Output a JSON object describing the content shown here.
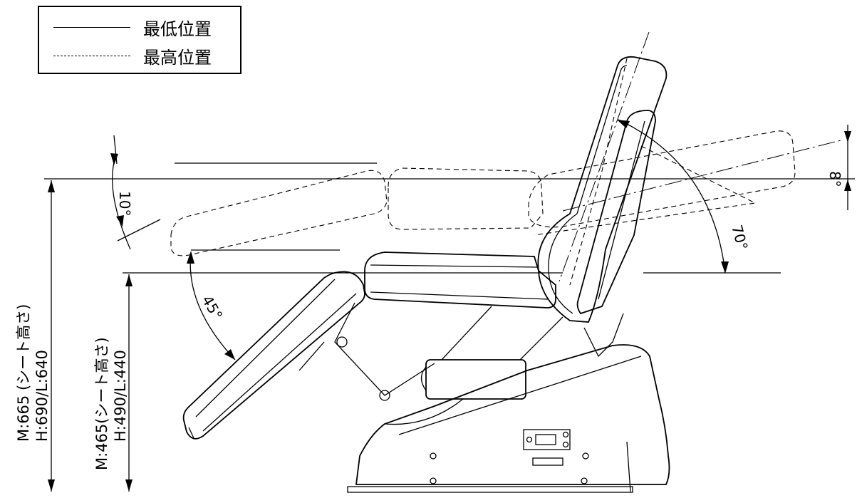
{
  "legend": {
    "solid_label": "最低位置",
    "dashed_label": "最高位置"
  },
  "dimensions": {
    "outer_line1": "M:665 (シート高さ)",
    "outer_line2": "H:690/L:640",
    "inner_line1": "M:465(シート高さ)",
    "inner_line2": "H:490/L:440"
  },
  "angles": {
    "legrest": "45°",
    "backrest_top": "10°",
    "recline": "70°",
    "tilt": "8°"
  }
}
